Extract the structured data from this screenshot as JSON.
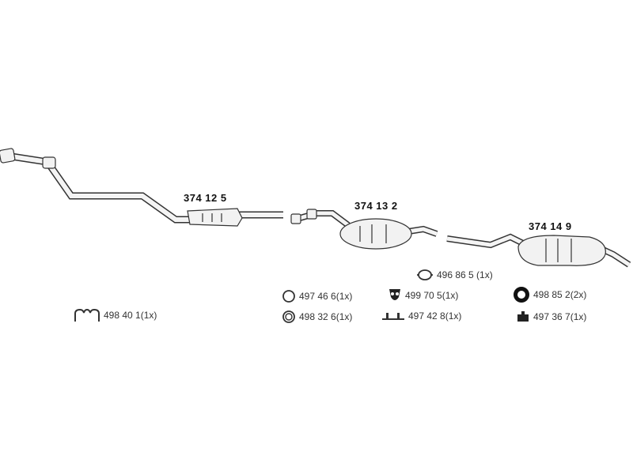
{
  "parts": [
    {
      "id": "front-pipe",
      "number": "374 12 5"
    },
    {
      "id": "middle-silencer",
      "number": "374 13 2"
    },
    {
      "id": "rear-silencer",
      "number": "374 14 9"
    }
  ],
  "accessories": [
    {
      "id": "a1",
      "label": "498 40 1(1x)",
      "icon": "u-bracket-icon"
    },
    {
      "id": "a2",
      "label": "497 46 6(1x)",
      "icon": "ring-icon"
    },
    {
      "id": "a3",
      "label": "498 32 6(1x)",
      "icon": "double-ring-icon"
    },
    {
      "id": "a4",
      "label": "496 86 5 (1x)",
      "icon": "rubber-ring-icon"
    },
    {
      "id": "a5",
      "label": "499 70 5(1x)",
      "icon": "rubber-mount-icon"
    },
    {
      "id": "a6",
      "label": "497 42 8(1x)",
      "icon": "clamp-icon"
    },
    {
      "id": "a7",
      "label": "498 85 2(2x)",
      "icon": "donut-ring-icon"
    },
    {
      "id": "a8",
      "label": "497 36 7(1x)",
      "icon": "hanger-icon"
    }
  ]
}
